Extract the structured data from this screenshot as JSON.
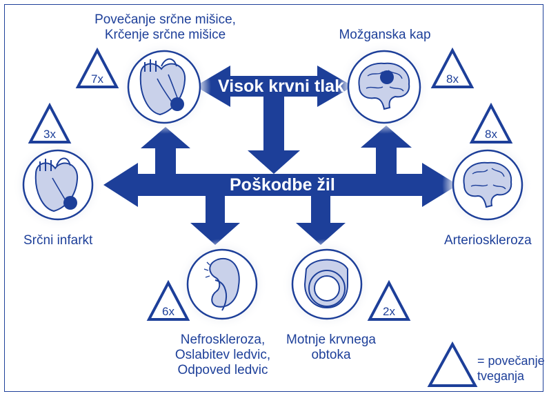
{
  "center_top": "Visok krvni tlak",
  "center_main": "Poškodbe žil",
  "nodes": {
    "hypertrophy": {
      "label": "Povečanje srčne mišice,\nKrčenje srčne mišice",
      "risk": "7x"
    },
    "stroke": {
      "label": "Možganska kap",
      "risk": "8x"
    },
    "infarct": {
      "label": "Srčni infarkt",
      "risk": "3x"
    },
    "arteriosclerosis": {
      "label": "Arterioskleroza",
      "risk": "8x"
    },
    "kidney": {
      "label": "Nefroskleroza,\nOslabitev ledvic,\nOdpoved ledvic",
      "risk": "6x"
    },
    "circulation": {
      "label": "Motnje krvnega\nobtoka",
      "risk": "2x"
    }
  },
  "legend": {
    "text": "= povečanje\ntveganja"
  },
  "colors": {
    "arrow": "#1d3f99",
    "fill": "#c9d1ea",
    "line": "#1d3f99",
    "text": "#1d3f99"
  },
  "icons": {
    "hypertrophy": "heart-icon",
    "stroke": "brain-icon",
    "infarct": "heart-icon",
    "arteriosclerosis": "brain-icon",
    "kidney": "kidney-icon",
    "circulation": "vessel-cross-section-icon"
  }
}
